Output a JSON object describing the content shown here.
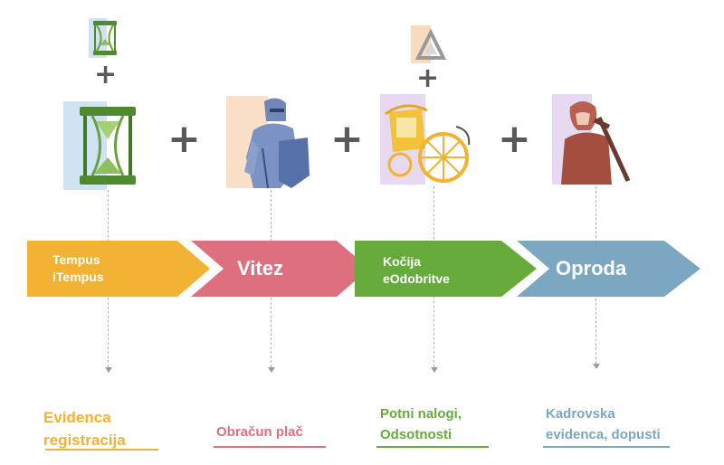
{
  "colors": {
    "tempus": "#f2b233",
    "vitez": "#de6f7e",
    "kocija": "#67ab3c",
    "oproda": "#7ba7c0",
    "plus": "#5a5a5a",
    "connector": "#b0b0b0"
  },
  "icons": {
    "hourglass_small": "hourglass-icon",
    "hourglass_large": "hourglass-icon",
    "knight": "knight-icon",
    "triangle": "triangle-icon",
    "carriage": "carriage-icon",
    "squire": "squire-icon"
  },
  "plus_sign": "+",
  "chevrons": [
    {
      "id": "tempus",
      "label": "Tempus\niTempus"
    },
    {
      "id": "vitez",
      "label": "Vitez"
    },
    {
      "id": "kocija",
      "label": "Kočija\neOdobritve"
    },
    {
      "id": "oproda",
      "label": "Oproda"
    }
  ],
  "outcomes": [
    {
      "id": "tempus",
      "text": "Evidenca\nregistracija"
    },
    {
      "id": "vitez",
      "text": "Obračun plač"
    },
    {
      "id": "kocija",
      "text": "Potni nalogi,\nOdsotnosti"
    },
    {
      "id": "oproda",
      "text": "Kadrovska\nevidenca, dopusti"
    }
  ]
}
